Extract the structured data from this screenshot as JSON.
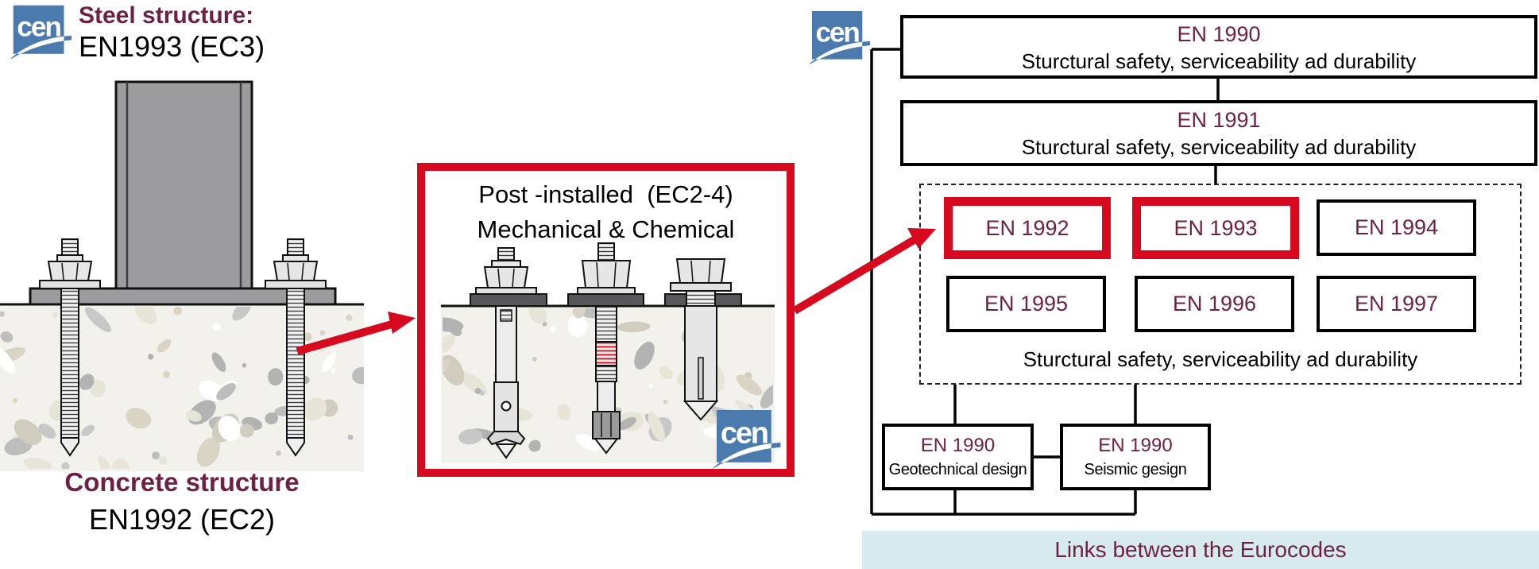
{
  "colors": {
    "maroon": "#6e2145",
    "red": "#d6091e",
    "cen_blue": "#4a7aae",
    "footer_bg": "#d7ebee",
    "steel_gray": "#9c9c9e",
    "concrete_bg": "#f2f1ec"
  },
  "cen_logo_text": "cen",
  "left_panel": {
    "title": "Steel structure:",
    "code_label": "EN1993 (EC3)",
    "caption_title": "Concrete structure",
    "caption_code": "EN1992 (EC2)"
  },
  "middle_box": {
    "title_line1": "Post -installed  (EC2-4)",
    "title_line2": "Mechanical & Chemical"
  },
  "flowchart": {
    "top_box": {
      "code": "EN 1990",
      "desc": "Sturctural safety, serviceability ad durability"
    },
    "second_box": {
      "code": "EN 1991",
      "desc": "Sturctural safety, serviceability ad durability"
    },
    "row1": [
      "EN 1992",
      "EN 1993",
      "EN 1994"
    ],
    "row2": [
      "EN 1995",
      "EN 1996",
      "EN 1997"
    ],
    "group_desc": "Sturctural safety, serviceability ad durability",
    "geotechnical": {
      "code": "EN 1990",
      "desc": "Geotechnical design"
    },
    "seismic": {
      "code": "EN 1990",
      "desc": "Seismic gesign"
    },
    "footer": "Links between the Eurocodes"
  }
}
